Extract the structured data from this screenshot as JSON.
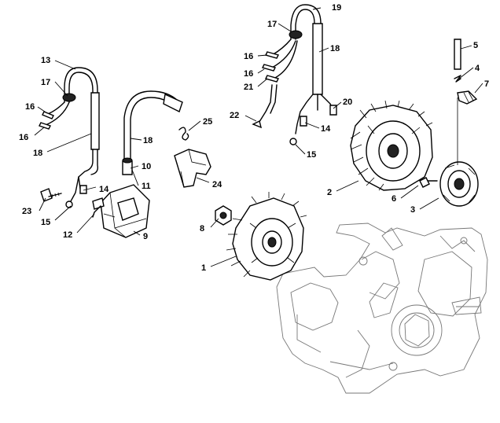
{
  "labels": {
    "p1": "1",
    "p2": "2",
    "p3": "3",
    "p4": "4",
    "p5": "5",
    "p6": "6",
    "p7": "7",
    "p8": "8",
    "p9": "9",
    "p10": "10",
    "p11": "11",
    "p12": "12",
    "p13": "13",
    "p14_left": "14",
    "p14_right": "14",
    "p15_left": "15",
    "p15_right": "15",
    "p16_a": "16",
    "p16_b": "16",
    "p16_c": "16",
    "p16_d": "16",
    "p17_left": "17",
    "p17_right": "17",
    "p18_left": "18",
    "p18_mid": "18",
    "p18_right": "18",
    "p19": "19",
    "p20": "20",
    "p21": "21",
    "p22": "22",
    "p23": "23",
    "p24": "24",
    "p25": "25"
  }
}
